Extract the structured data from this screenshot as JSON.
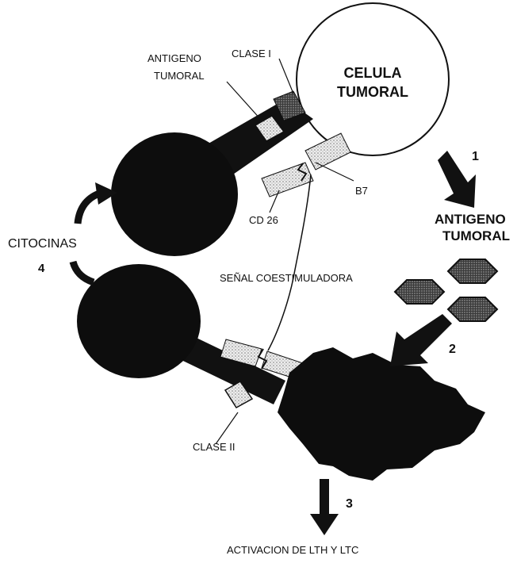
{
  "labels": {
    "celula_tumoral_1": "CELULA",
    "celula_tumoral_2": "TUMORAL",
    "clase_i": "CLASE I",
    "antigeno_tumoral_top_1": "ANTIGENO",
    "antigeno_tumoral_top_2": "TUMORAL",
    "b7": "B7",
    "cd26": "CD 26",
    "citocinas": "CITOCINAS",
    "antigeno_tumoral_right_1": "ANTIGENO",
    "antigeno_tumoral_right_2": "TUMORAL",
    "senal_coestimuladora": "SEÑAL COESTIMULADORA",
    "clase_ii": "CLASE II",
    "activacion": "ACTIVACION DE LTH  Y  LTC"
  },
  "steps": {
    "one": "1",
    "two": "2",
    "three": "3",
    "four": "4"
  },
  "colors": {
    "cell": "#0d0d0d",
    "tumor_cell_fill": "#ffffff",
    "stipple": "#d6d6d6"
  }
}
